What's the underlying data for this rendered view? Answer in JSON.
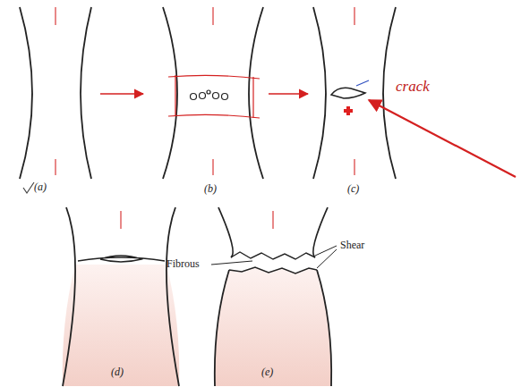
{
  "diagram": {
    "labels": [
      "(a)",
      "(b)",
      "(c)",
      "(d)",
      "(e)",
      "Fibrous",
      "Shear",
      "crack"
    ]
  }
}
